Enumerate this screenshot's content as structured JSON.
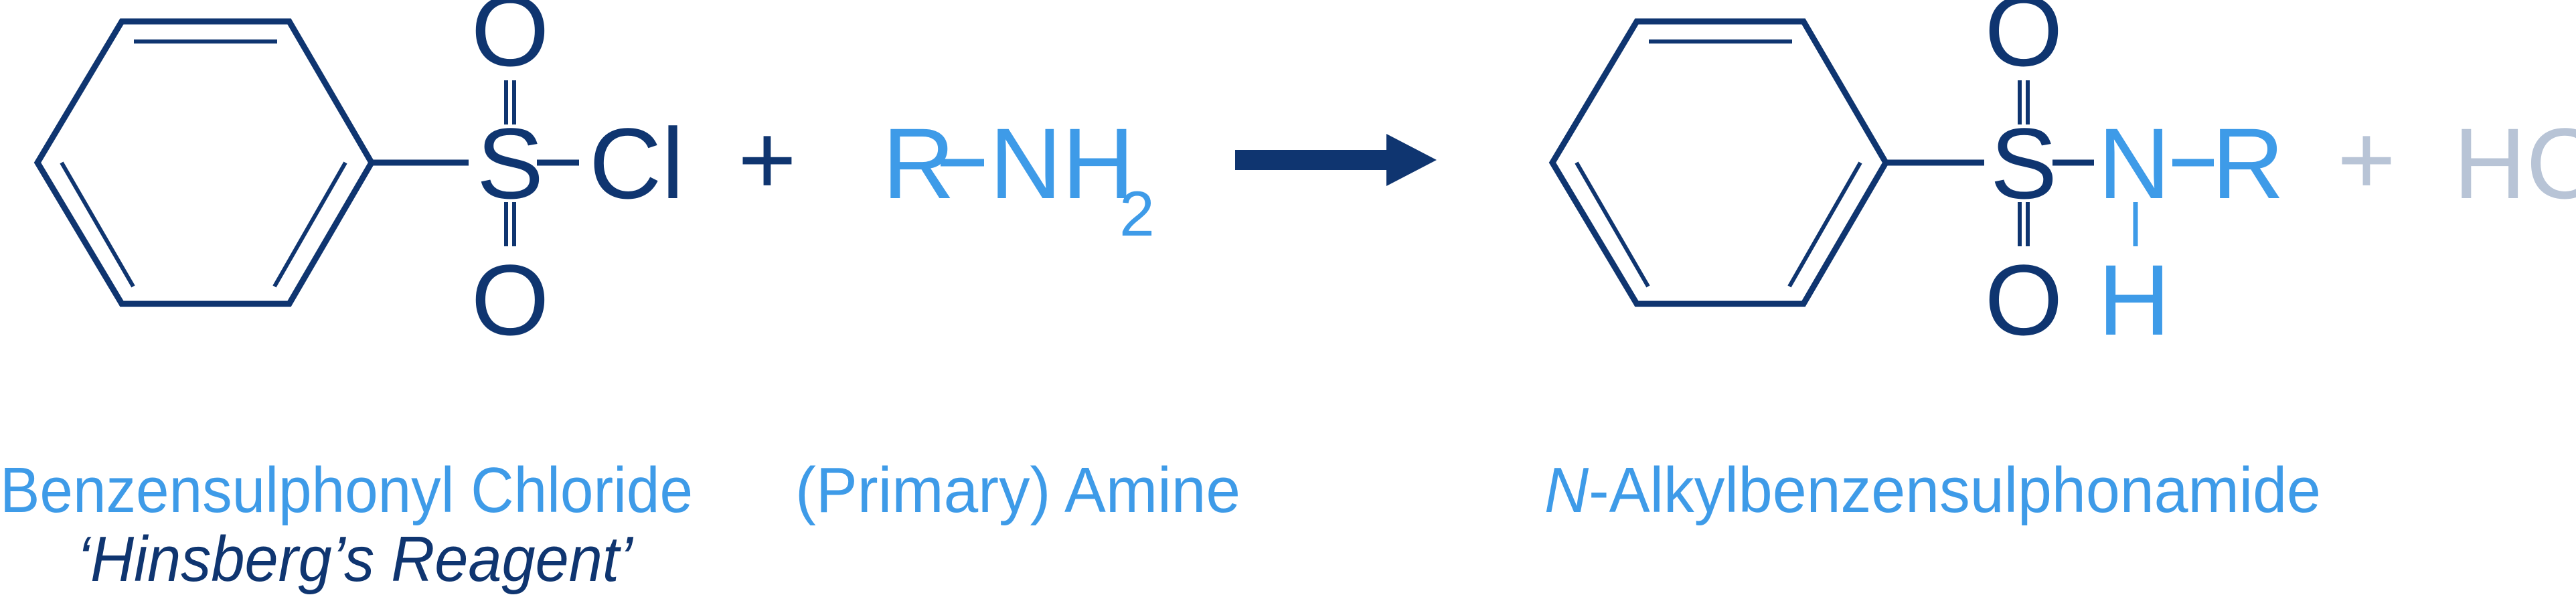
{
  "colors": {
    "reagent": "#0f3570",
    "amine": "#3e9be8",
    "byproduct": "#b8c4d6",
    "background": "#ffffff"
  },
  "reactant1": {
    "atoms": {
      "o_top": "O",
      "s": "S",
      "cl": "Cl",
      "o_bottom": "O"
    },
    "name": "Benzensulphonyl Chloride",
    "alias": "‘Hinsberg’s Reagent’"
  },
  "plus1": "+",
  "reactant2": {
    "atoms": {
      "r": "R",
      "nh": "NH",
      "sub": "2"
    },
    "name": "(Primary) Amine"
  },
  "arrow": "reaction-arrow",
  "product": {
    "atoms": {
      "o_top": "O",
      "s": "S",
      "n": "N",
      "r": "R",
      "h": "H",
      "o_bottom": "O"
    },
    "name_italic": "N",
    "name_rest": "-Alkylbenzensulphonamide"
  },
  "plus2": "+",
  "byproduct": "HCl"
}
